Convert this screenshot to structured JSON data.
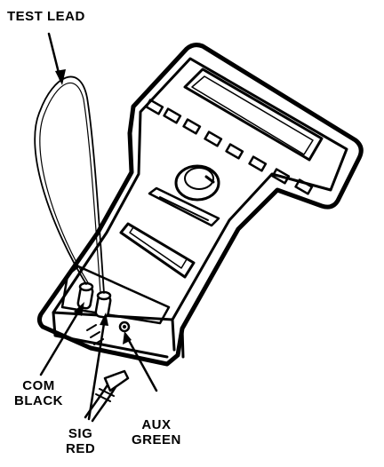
{
  "labels": {
    "test_lead": "TEST LEAD",
    "com_line1": "COM",
    "com_line2": "BLACK",
    "sig_line1": "SIG",
    "sig_line2": "RED",
    "aux_line1": "AUX",
    "aux_line2": "GREEN"
  },
  "colors": {
    "ink": "#000000",
    "paper": "#ffffff"
  }
}
